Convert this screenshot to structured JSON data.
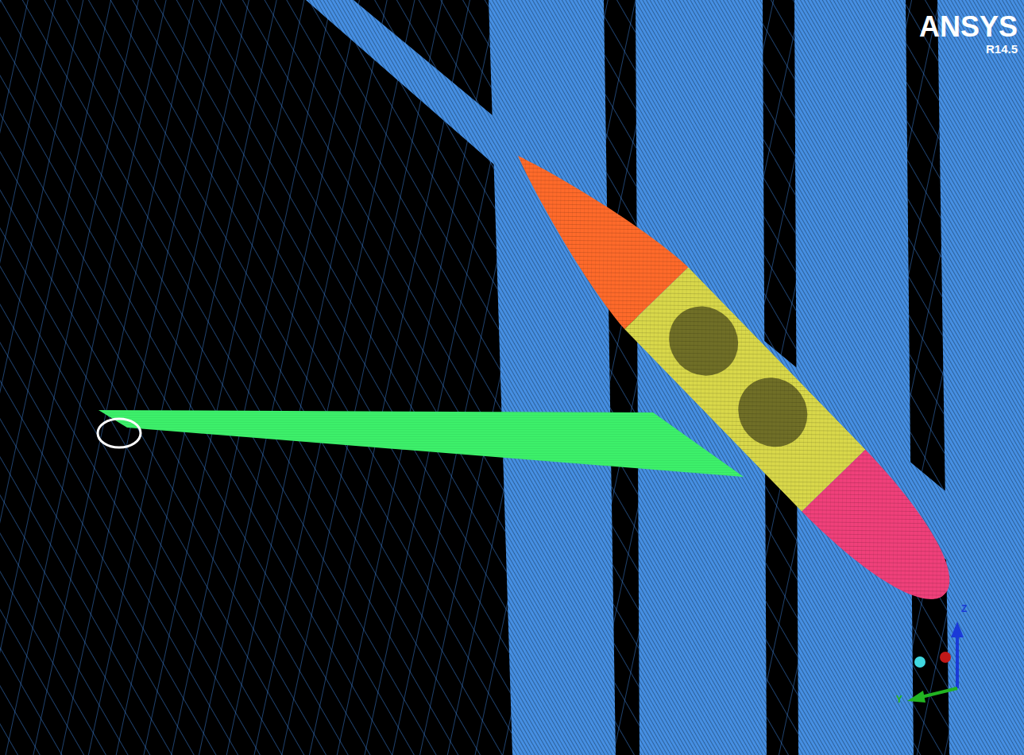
{
  "diagram": {
    "labels": [
      "ANSYS",
      "R14.5",
      "Z",
      "Y"
    ]
  }
}
